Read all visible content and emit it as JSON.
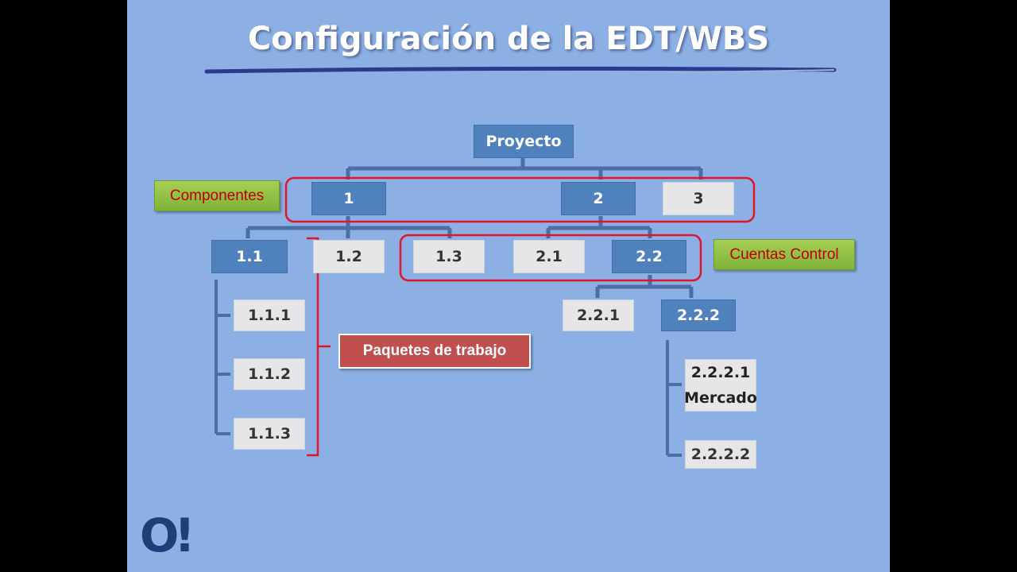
{
  "title": "Configuración de la EDT/WBS",
  "nodes": {
    "proyecto": "Proyecto",
    "n1": "1",
    "n2": "2",
    "n3": "3",
    "n1_1": "1.1",
    "n1_2": "1.2",
    "n1_3": "1.3",
    "n2_1": "2.1",
    "n2_2": "2.2",
    "n1_1_1": "1.1.1",
    "n1_1_2": "1.1.2",
    "n1_1_3": "1.1.3",
    "n2_2_1": "2.2.1",
    "n2_2_2": "2.2.2",
    "n2_2_2_1": "2.2.2.1",
    "n2_2_2_1_sub": "Mercado",
    "n2_2_2_2": "2.2.2.2"
  },
  "labels": {
    "componentes": "Componentes",
    "cuentas_control": "Cuentas Control",
    "paquetes_trabajo": "Paquetes de trabajo"
  },
  "logo": "O!",
  "colors": {
    "background": "#8db0e4",
    "blue_box": "#4f81bd",
    "gray_box": "#e6e6e8",
    "highlight_red": "#e0152a",
    "green_label": "#8cc043",
    "red_label": "#c0504d"
  }
}
